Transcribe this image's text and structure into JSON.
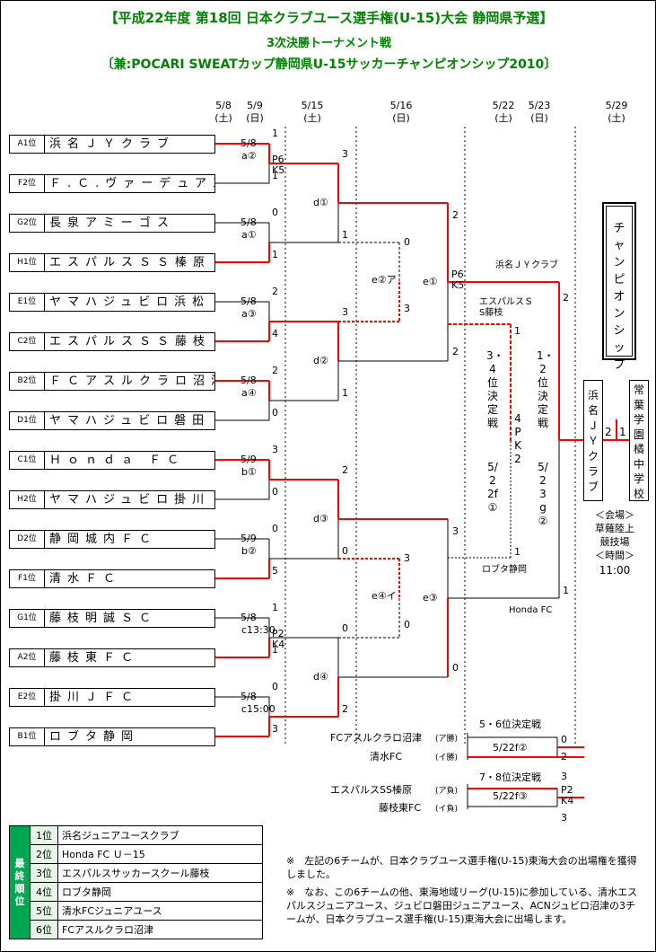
{
  "title": {
    "line1": "【平成22年度 第18回 日本クラブユース選手権(U-15)大会 静岡県予選】",
    "line2": "3次決勝トーナメント戦",
    "line3": "〔兼:POCARI SWEATカップ静岡県U-15サッカーチャンピオンシップ2010〕"
  },
  "dates": [
    {
      "d": "5/8",
      "w": "(土)"
    },
    {
      "d": "5/9",
      "w": "(日)"
    },
    {
      "d": "5/15",
      "w": "(土)"
    },
    {
      "d": "5/16",
      "w": "(日)"
    },
    {
      "d": "5/22",
      "w": "(土)"
    },
    {
      "d": "5/23",
      "w": "(日)"
    },
    {
      "d": "5/29",
      "w": "(土)"
    }
  ],
  "teams": [
    {
      "seed": "A1位",
      "name": "浜名ＪＹクラブ"
    },
    {
      "seed": "F2位",
      "name": "Ｆ.Ｃ.ヴァーデュア三島"
    },
    {
      "seed": "G2位",
      "name": "長泉アミーゴス"
    },
    {
      "seed": "H1位",
      "name": "エスパルスＳＳ榛原"
    },
    {
      "seed": "E1位",
      "name": "ヤマハジュビロ浜松"
    },
    {
      "seed": "C2位",
      "name": "エスパルスＳＳ藤枝"
    },
    {
      "seed": "B2位",
      "name": "ＦＣアスルクラロ沼津"
    },
    {
      "seed": "D1位",
      "name": "ヤマハジュビロ磐田"
    },
    {
      "seed": "C1位",
      "name": "Ｈｏｎｄａ ＦＣ"
    },
    {
      "seed": "H2位",
      "name": "ヤマハジュビロ掛川"
    },
    {
      "seed": "D2位",
      "name": "静岡城内ＦＣ"
    },
    {
      "seed": "F1位",
      "name": "清水ＦＣ"
    },
    {
      "seed": "G1位",
      "name": "藤枝明誠ＳＣ"
    },
    {
      "seed": "A2位",
      "name": "藤枝東ＦＣ"
    },
    {
      "seed": "E2位",
      "name": "掛川ＪＦＣ"
    },
    {
      "seed": "B1位",
      "name": "ロブタ静岡"
    }
  ],
  "r1_matches": [
    {
      "date": "5/8",
      "id": "a②",
      "s_top": "1",
      "s_bot": "1",
      "pk": "P6\nK5"
    },
    {
      "date": "5/8",
      "id": "a①",
      "s_top": "0",
      "s_bot": "1",
      "pk": ""
    },
    {
      "date": "5/8",
      "id": "a③",
      "s_top": "2",
      "s_bot": "4",
      "pk": ""
    },
    {
      "date": "5/8",
      "id": "a④",
      "s_top": "2",
      "s_bot": "0",
      "pk": ""
    },
    {
      "date": "5/9",
      "id": "b①",
      "s_top": "3",
      "s_bot": "0",
      "pk": ""
    },
    {
      "date": "5/9",
      "id": "b②",
      "s_top": "0",
      "s_bot": "5",
      "pk": ""
    },
    {
      "date": "5/8",
      "id": "c13:30",
      "s_top": "1",
      "s_bot": "1",
      "pk": "P2\nK4"
    },
    {
      "date": "5/8",
      "id": "c15:00",
      "s_top": "0",
      "s_bot": "3",
      "pk": ""
    }
  ],
  "r2_matches": [
    {
      "id": "d①",
      "s_top": "3",
      "s_bot": "1"
    },
    {
      "id": "d②",
      "s_top": "3",
      "s_bot": "1"
    },
    {
      "id": "d③",
      "s_top": "2",
      "s_bot": "0"
    },
    {
      "id": "d④",
      "s_top": "0",
      "s_bot": "2"
    }
  ],
  "r3_matches": [
    {
      "id": "e②ア",
      "s_top": "0",
      "s_bot": "3"
    },
    {
      "id": "e①",
      "s_top": "2",
      "s_bot": "2",
      "pk": "P6\nK5"
    },
    {
      "id": "e④イ",
      "s_top": "3",
      "s_bot": "0"
    },
    {
      "id": "e③",
      "s_top": "3",
      "s_bot": "0"
    }
  ],
  "semis": {
    "top_label": "浜名ＪＹクラブ",
    "top_score": "2",
    "bot_label": "Honda FC",
    "bot_score": "1",
    "third_top_label": "エスパルスＳ\nS藤枝",
    "third_top_score": "1",
    "third_bot_label": "ロブタ静岡",
    "third_bot_score": "1",
    "third_title": "3・4位決定戦",
    "third_pk": "4PK2",
    "third_date": "5/22f①",
    "final_title": "1・2位決定戦",
    "final_date": "5/23g②"
  },
  "final": {
    "champion_title": "チャンピオンシップ",
    "team_a": "浜名ＪＹクラブ",
    "team_b": "常葉学園橘中学校",
    "score_a": "2",
    "score_b": "1",
    "venue_label": "＜会場＞",
    "venue": "草薙陸上競技場",
    "time_label": "＜時間＞",
    "time": "11:00"
  },
  "placement": {
    "fifth_title": "5・6位決定戦",
    "fifth_top": "FCアスルクラロ沼津",
    "fifth_top_tag": "(ア勝)",
    "fifth_bot": "清水FC",
    "fifth_bot_tag": "(イ勝)",
    "fifth_date": "5/22f②",
    "fifth_s_top": "0",
    "fifth_s_bot": "2",
    "seventh_title": "7・8位決定戦",
    "seventh_top": "エスパルスSS榛原",
    "seventh_top_tag": "(ア負)",
    "seventh_bot": "藤枝東FC",
    "seventh_bot_tag": "(イ負)",
    "seventh_date": "5/22f③",
    "seventh_s_top": "3",
    "seventh_s_bot": "3",
    "seventh_pk": "P2\nK4"
  },
  "ranking": {
    "header": "最終順位",
    "rows": [
      {
        "no": "1位",
        "team": "浜名ジュニアユースクラブ"
      },
      {
        "no": "2位",
        "team": "Honda FC Ｕ－15"
      },
      {
        "no": "3位",
        "team": "エスパルスサッカースクール藤枝"
      },
      {
        "no": "4位",
        "team": "ロブタ静岡"
      },
      {
        "no": "5位",
        "team": "清水FCジュニアユース"
      },
      {
        "no": "6位",
        "team": "FCアスルクラロ沼津"
      }
    ]
  },
  "notes": [
    "※　左記の6チームが、日本クラブユース選手権(U-15)東海大会の出場権を獲得しました。",
    "※　なお、この6チームの他、東海地域リーグ(U-15)に参加している、清水エスパルスジュニアユース、ジュビロ磐田ジュニアユース、ACNジュビロ沼津の3チームが、日本クラブユース選手権(U-15)東海大会に出場します。"
  ],
  "colors": {
    "win": "#ff0000",
    "line": "#000000",
    "title": "#008000",
    "rank_header": "#00a651"
  }
}
